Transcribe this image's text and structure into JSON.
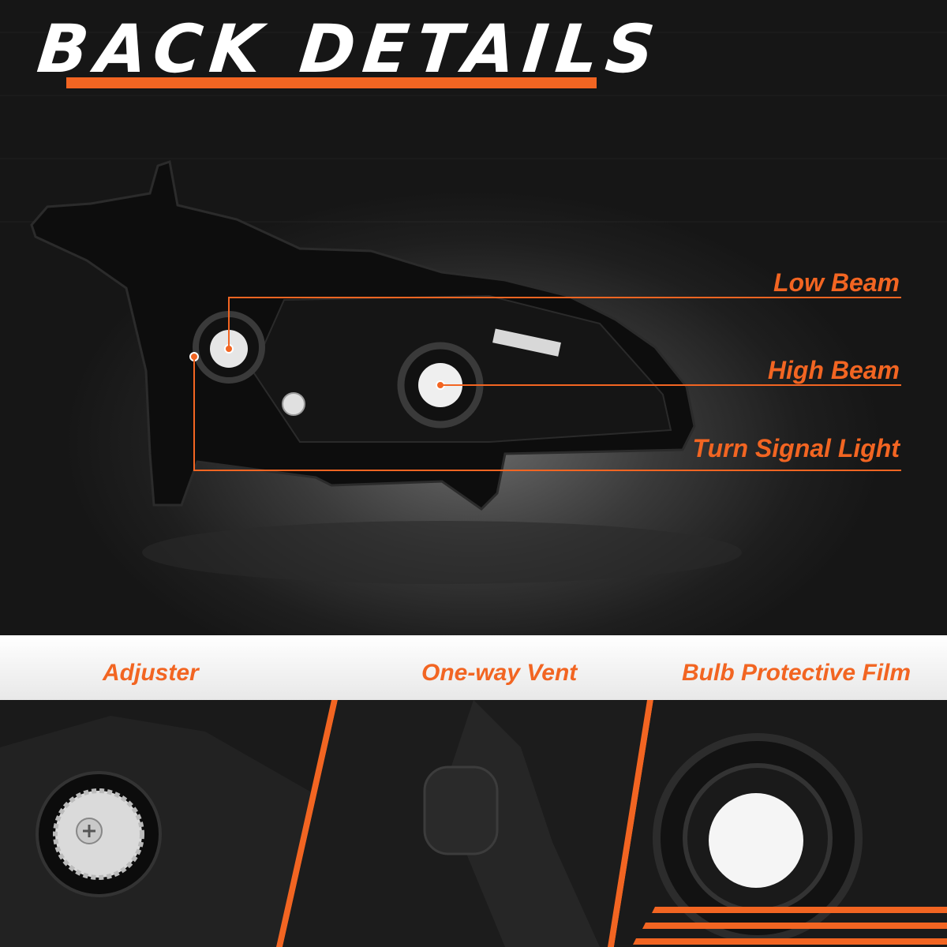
{
  "title": "BACK DETAILS",
  "callouts": {
    "low_beam": "Low Beam",
    "high_beam": "High Beam",
    "turn_signal": "Turn Signal Light"
  },
  "details": {
    "adjuster": "Adjuster",
    "vent": "One-way Vent",
    "film": "Bulb Protective Film"
  },
  "colors": {
    "accent": "#f26522",
    "background": "#1a1a1a",
    "strip": "#ffffff"
  }
}
